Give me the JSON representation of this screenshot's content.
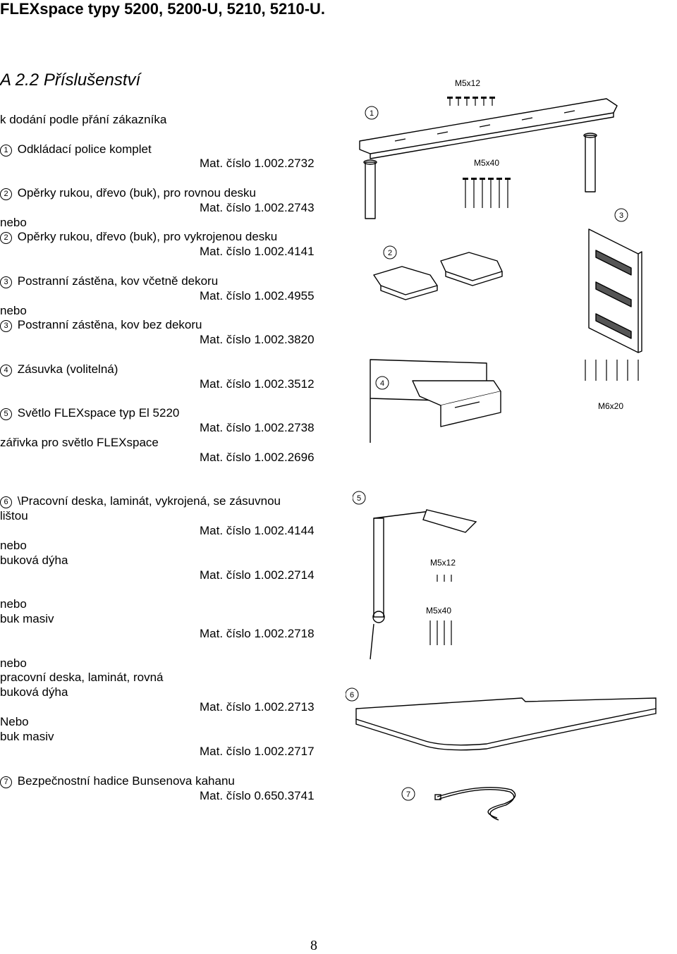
{
  "title": "FLEXspace typy 5200, 5200-U, 5210, 5210-U.",
  "section": "A 2.2 Příslušenství",
  "intro": "k dodání podle přání zákazníka",
  "items": [
    {
      "num": "1",
      "name": "Odkládací police komplet",
      "mat": "Mat. číslo 1.002.2732"
    },
    {
      "num": "2",
      "name": "Opěrky rukou, dřevo (buk), pro rovnou desku",
      "mat": "Mat. číslo 1.002.2743"
    },
    {
      "or": "nebo"
    },
    {
      "num": "2",
      "name": "Opěrky rukou, dřevo (buk), pro vykrojenou desku",
      "mat": "Mat. číslo 1.002.4141"
    },
    {
      "num": "3",
      "name": "Postranní zástěna, kov včetně dekoru",
      "mat": "Mat. číslo 1.002.4955"
    },
    {
      "or": "nebo"
    },
    {
      "num": "3",
      "name": "Postranní zástěna, kov bez dekoru",
      "mat": "Mat. číslo 1.002.3820"
    },
    {
      "num": "4",
      "name": "Zásuvka (volitelná)",
      "mat": "Mat. číslo 1.002.3512"
    },
    {
      "num": "5",
      "name": "Světlo FLEXspace  typ El 5220",
      "mat": "Mat. číslo 1.002.2738"
    },
    {
      "name": "zářivka pro světlo FLEXspace",
      "mat": "Mat. číslo 1.002.2696"
    },
    {
      "num": "6",
      "name": "\\Pracovní deska, laminát, vykrojená, se zásuvnou",
      "name2": "lištou",
      "mat": "Mat. číslo 1.002.4144"
    },
    {
      "or": "nebo",
      "name": "buková dýha",
      "mat": "Mat. číslo 1.002.2714"
    },
    {
      "or": "nebo",
      "name": "buk masiv",
      "mat": "Mat. číslo 1.002.2718"
    },
    {
      "or": "nebo",
      "name": "pracovní deska, laminát, rovná",
      "name2": "buková dýha",
      "mat": "Mat. číslo 1.002.2713"
    },
    {
      "or": "Nebo",
      "name": "buk masiv",
      "mat": "Mat. číslo 1.002.2717"
    },
    {
      "num": "7",
      "name": "Bezpečnostní hadice Bunsenova kahanu",
      "mat": "Mat. číslo 0.650.3741"
    }
  ],
  "figure_labels": {
    "m5x12_top": "M5x12",
    "m5x40_top": "M5x40",
    "m6x20": "M6x20",
    "m5x12_lamp": "M5x12",
    "m5x40_lamp": "M5x40"
  },
  "page_number": "8"
}
